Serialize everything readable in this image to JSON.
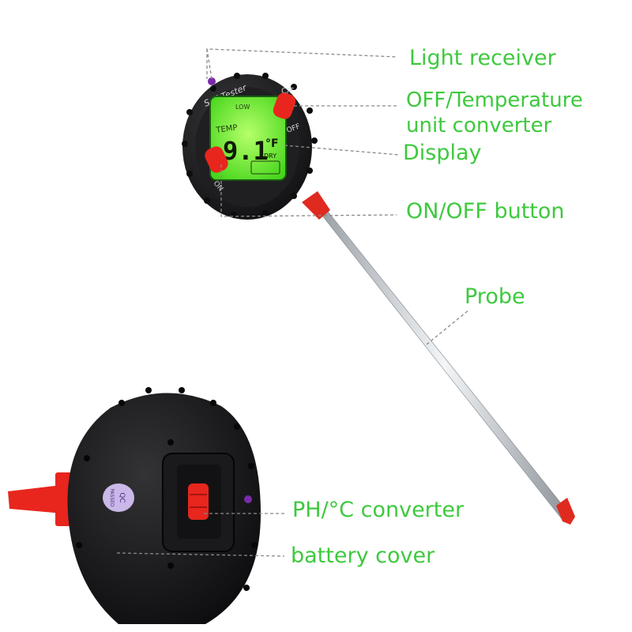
{
  "labels": {
    "light_receiver": "Light receiver",
    "off_temp_line1": "OFF/Temperature",
    "off_temp_line2": "unit converter",
    "display": "Display",
    "on_off_button": "ON/OFF button",
    "probe": "Probe",
    "ph_converter": "PH/°C converter",
    "battery_cover": "battery cover"
  },
  "device_print": {
    "brand": "Soil Tester",
    "cf": "C/F",
    "off": "OFF",
    "on": "ON",
    "qc_line1": "QC",
    "qc_line2": "PASSED"
  },
  "lcd": {
    "low": "LOW",
    "temp": "TEMP",
    "reading": "9.1",
    "unit": "°F",
    "dry": "DRY"
  },
  "colors": {
    "label_green": "#3ec93e",
    "body_black": "#1c1c1e",
    "button_red": "#e8261e",
    "lcd_green": "#7dff3a"
  }
}
